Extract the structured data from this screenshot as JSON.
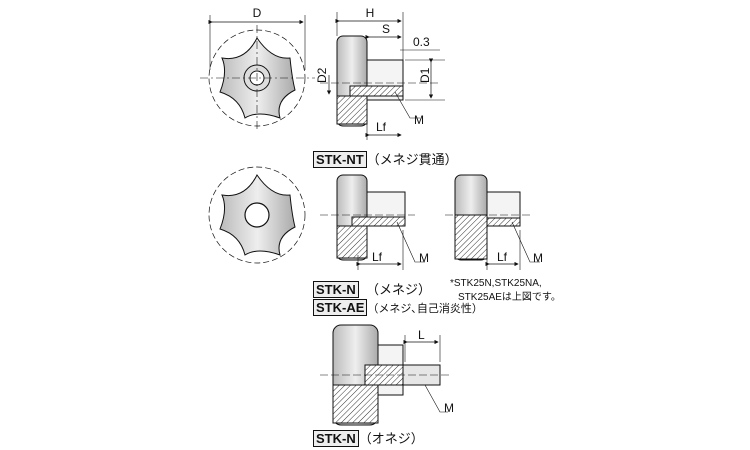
{
  "dims": {
    "D": "D",
    "H": "H",
    "S": "S",
    "gap": "0.3",
    "D1": "D1",
    "D2": "D2",
    "Lf": "Lf",
    "M": "M",
    "L": "L"
  },
  "labels": [
    {
      "code": "STK-NT",
      "desc": "（メネジ貫通）"
    },
    {
      "code": "STK-N",
      "desc": "（メネジ）"
    },
    {
      "code": "STK-AE",
      "desc": "（メネジ､自己消炎性）"
    },
    {
      "code": "STK-N",
      "desc": "（オネジ）"
    }
  ],
  "note": [
    "*STK25N,STK25NA,",
    "STK25AEは上図です。"
  ]
}
